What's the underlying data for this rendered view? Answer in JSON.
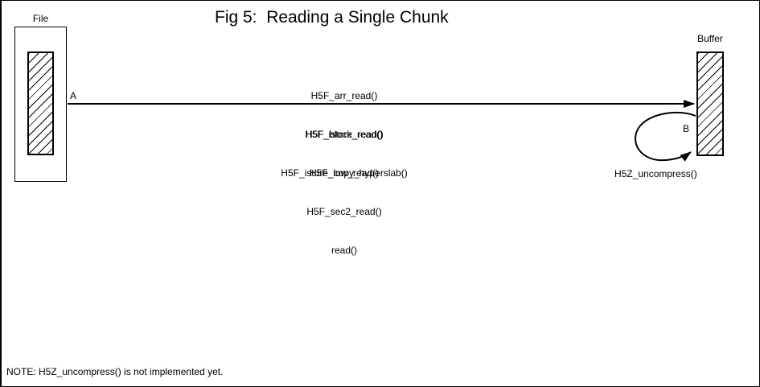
{
  "title": "Fig 5:  Reading a Single Chunk",
  "file": {
    "label": "File"
  },
  "buffer": {
    "label": "Buffer"
  },
  "arrows": {
    "a_label": "A",
    "b_label": "B",
    "uncompress_label": "H5Z_uncompress()"
  },
  "calls": {
    "above": [
      "H5F_arr_read()",
      "H5F_istore_read()",
      "H5F_istore_copy_hyperslab()"
    ],
    "below": [
      "H5F_block_read()",
      "H5F_low_read()",
      "H5F_sec2_read()",
      "read()"
    ]
  },
  "note": "NOTE: H5Z_uncompress() is not implemented yet.",
  "colors": {
    "ink": "#000000",
    "paper": "#ffffff"
  }
}
